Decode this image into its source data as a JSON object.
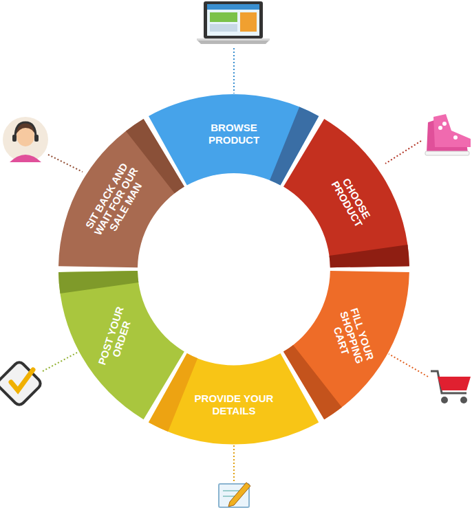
{
  "diagram": {
    "nodes": [
      {
        "text": [
          "BROWSE PRODUCT"
        ]
      },
      {
        "text": [
          "CHOOSE PRODUCT"
        ]
      },
      {
        "text": [
          "FILL YOUR SHOPPING CART"
        ]
      },
      {
        "text": [
          "PROVIDE YOUR DETAILS"
        ]
      },
      {
        "text": [
          "POST YOUR ORDER"
        ]
      },
      {
        "text": [
          "SIT BACK AND WAIT FOR OUR SALE MAN"
        ]
      }
    ]
  }
}
